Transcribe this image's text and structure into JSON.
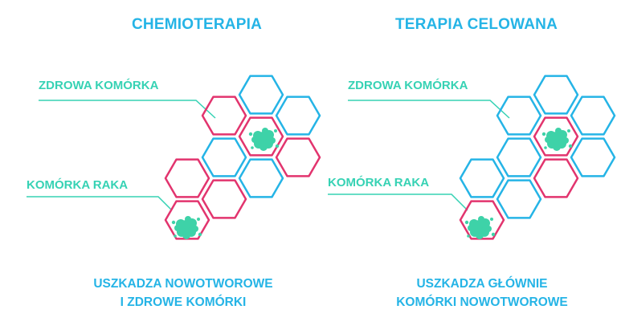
{
  "colors": {
    "heading": "#25b4e6",
    "healthy_cell": "#25b4e6",
    "cancer_cell": "#e2346e",
    "label": "#36d2b4",
    "tumor_blob": "#3ed2a8"
  },
  "panels": [
    {
      "title": "CHEMIOTERAPIA",
      "healthy_label": "ZDROWA KOMÓRKA",
      "cancer_label": "KOMÓRKA RAKA",
      "caption_lines": [
        "USZKADZA NOWOTWOROWE",
        "I ZDROWE KOMÓRKI"
      ]
    },
    {
      "title": "TERAPIA CELOWANA",
      "healthy_label": "ZDROWA KOMÓRKA",
      "cancer_label": "KOMÓRKA RAKA",
      "caption_lines": [
        "USZKADZA GŁÓWNIE",
        "KOMÓRKI NOWOTWOROWE"
      ]
    }
  ]
}
